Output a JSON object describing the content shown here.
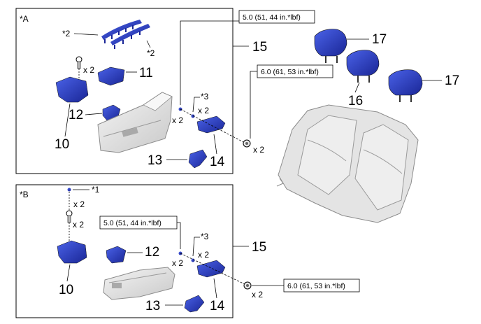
{
  "panels": {
    "A": {
      "label": "*A"
    },
    "B": {
      "label": "*B"
    }
  },
  "notes": {
    "n1": "*1",
    "n2": "*2",
    "n3": "*3"
  },
  "qty": {
    "x2": "x 2"
  },
  "torque": {
    "t1": "5.0 (51, 44 in.*lbf)",
    "t2": "6.0 (61, 53 in.*lbf)"
  },
  "parts": {
    "p10": "10",
    "p11": "11",
    "p12": "12",
    "p13": "13",
    "p14": "14",
    "p15": "15",
    "p16": "16",
    "p17": "17"
  },
  "colors": {
    "part_blue": "#2a3ec8",
    "part_blue_dark": "#15208a",
    "seat_gray": "#e4e4e4",
    "seat_line": "#8c8c8c"
  }
}
